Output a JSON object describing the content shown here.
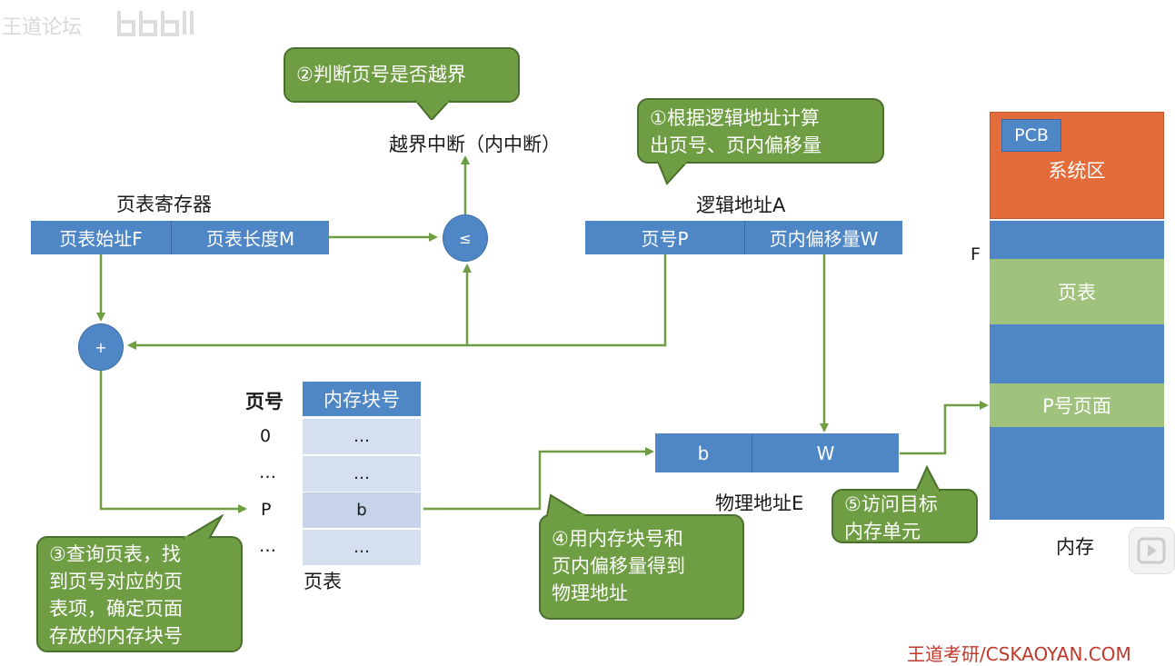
{
  "watermark": "王道论坛",
  "footer_brand": "王道考研/CSKAOYAN.COM",
  "callouts": {
    "c1": "①根据逻辑地址计算\n出页号、页内偏移量",
    "c2": "②判断页号是否越界",
    "c3": "③查询页表，找\n到页号对应的页\n表项，确定页面\n存放的内存块号",
    "c4": "④用内存块号和\n页内偏移量得到\n物理地址",
    "c5": "⑤访问目标\n内存单元"
  },
  "labels": {
    "overflow_interrupt": "越界中断（内中断）",
    "page_table_register": "页表寄存器",
    "logical_address": "逻辑地址A",
    "physical_address": "物理地址E",
    "page_table_caption": "页表",
    "memory_caption": "内存",
    "f_marker": "F"
  },
  "register": {
    "start": "页表始址F",
    "length": "页表长度M"
  },
  "logical": {
    "page_no": "页号P",
    "offset": "页内偏移量W"
  },
  "physical": {
    "block": "b",
    "offset": "W"
  },
  "operators": {
    "compare": "≤",
    "add": "+"
  },
  "page_table": {
    "header_index": "页号",
    "header_block": "内存块号",
    "rows": [
      {
        "index": "0",
        "block": "…"
      },
      {
        "index": "…",
        "block": "…"
      },
      {
        "index": "P",
        "block": "b"
      },
      {
        "index": "…",
        "block": "…"
      }
    ]
  },
  "memory": {
    "pcb": "PCB",
    "system_area": "系统区",
    "page_table": "页表",
    "p_page": "P号页面"
  },
  "colors": {
    "blue": "#4e86c6",
    "green_callout": "#6f9d43",
    "orange_system": "#e46c3b",
    "light_green": "#9fc27c",
    "arrow_green": "#6f9d43"
  }
}
